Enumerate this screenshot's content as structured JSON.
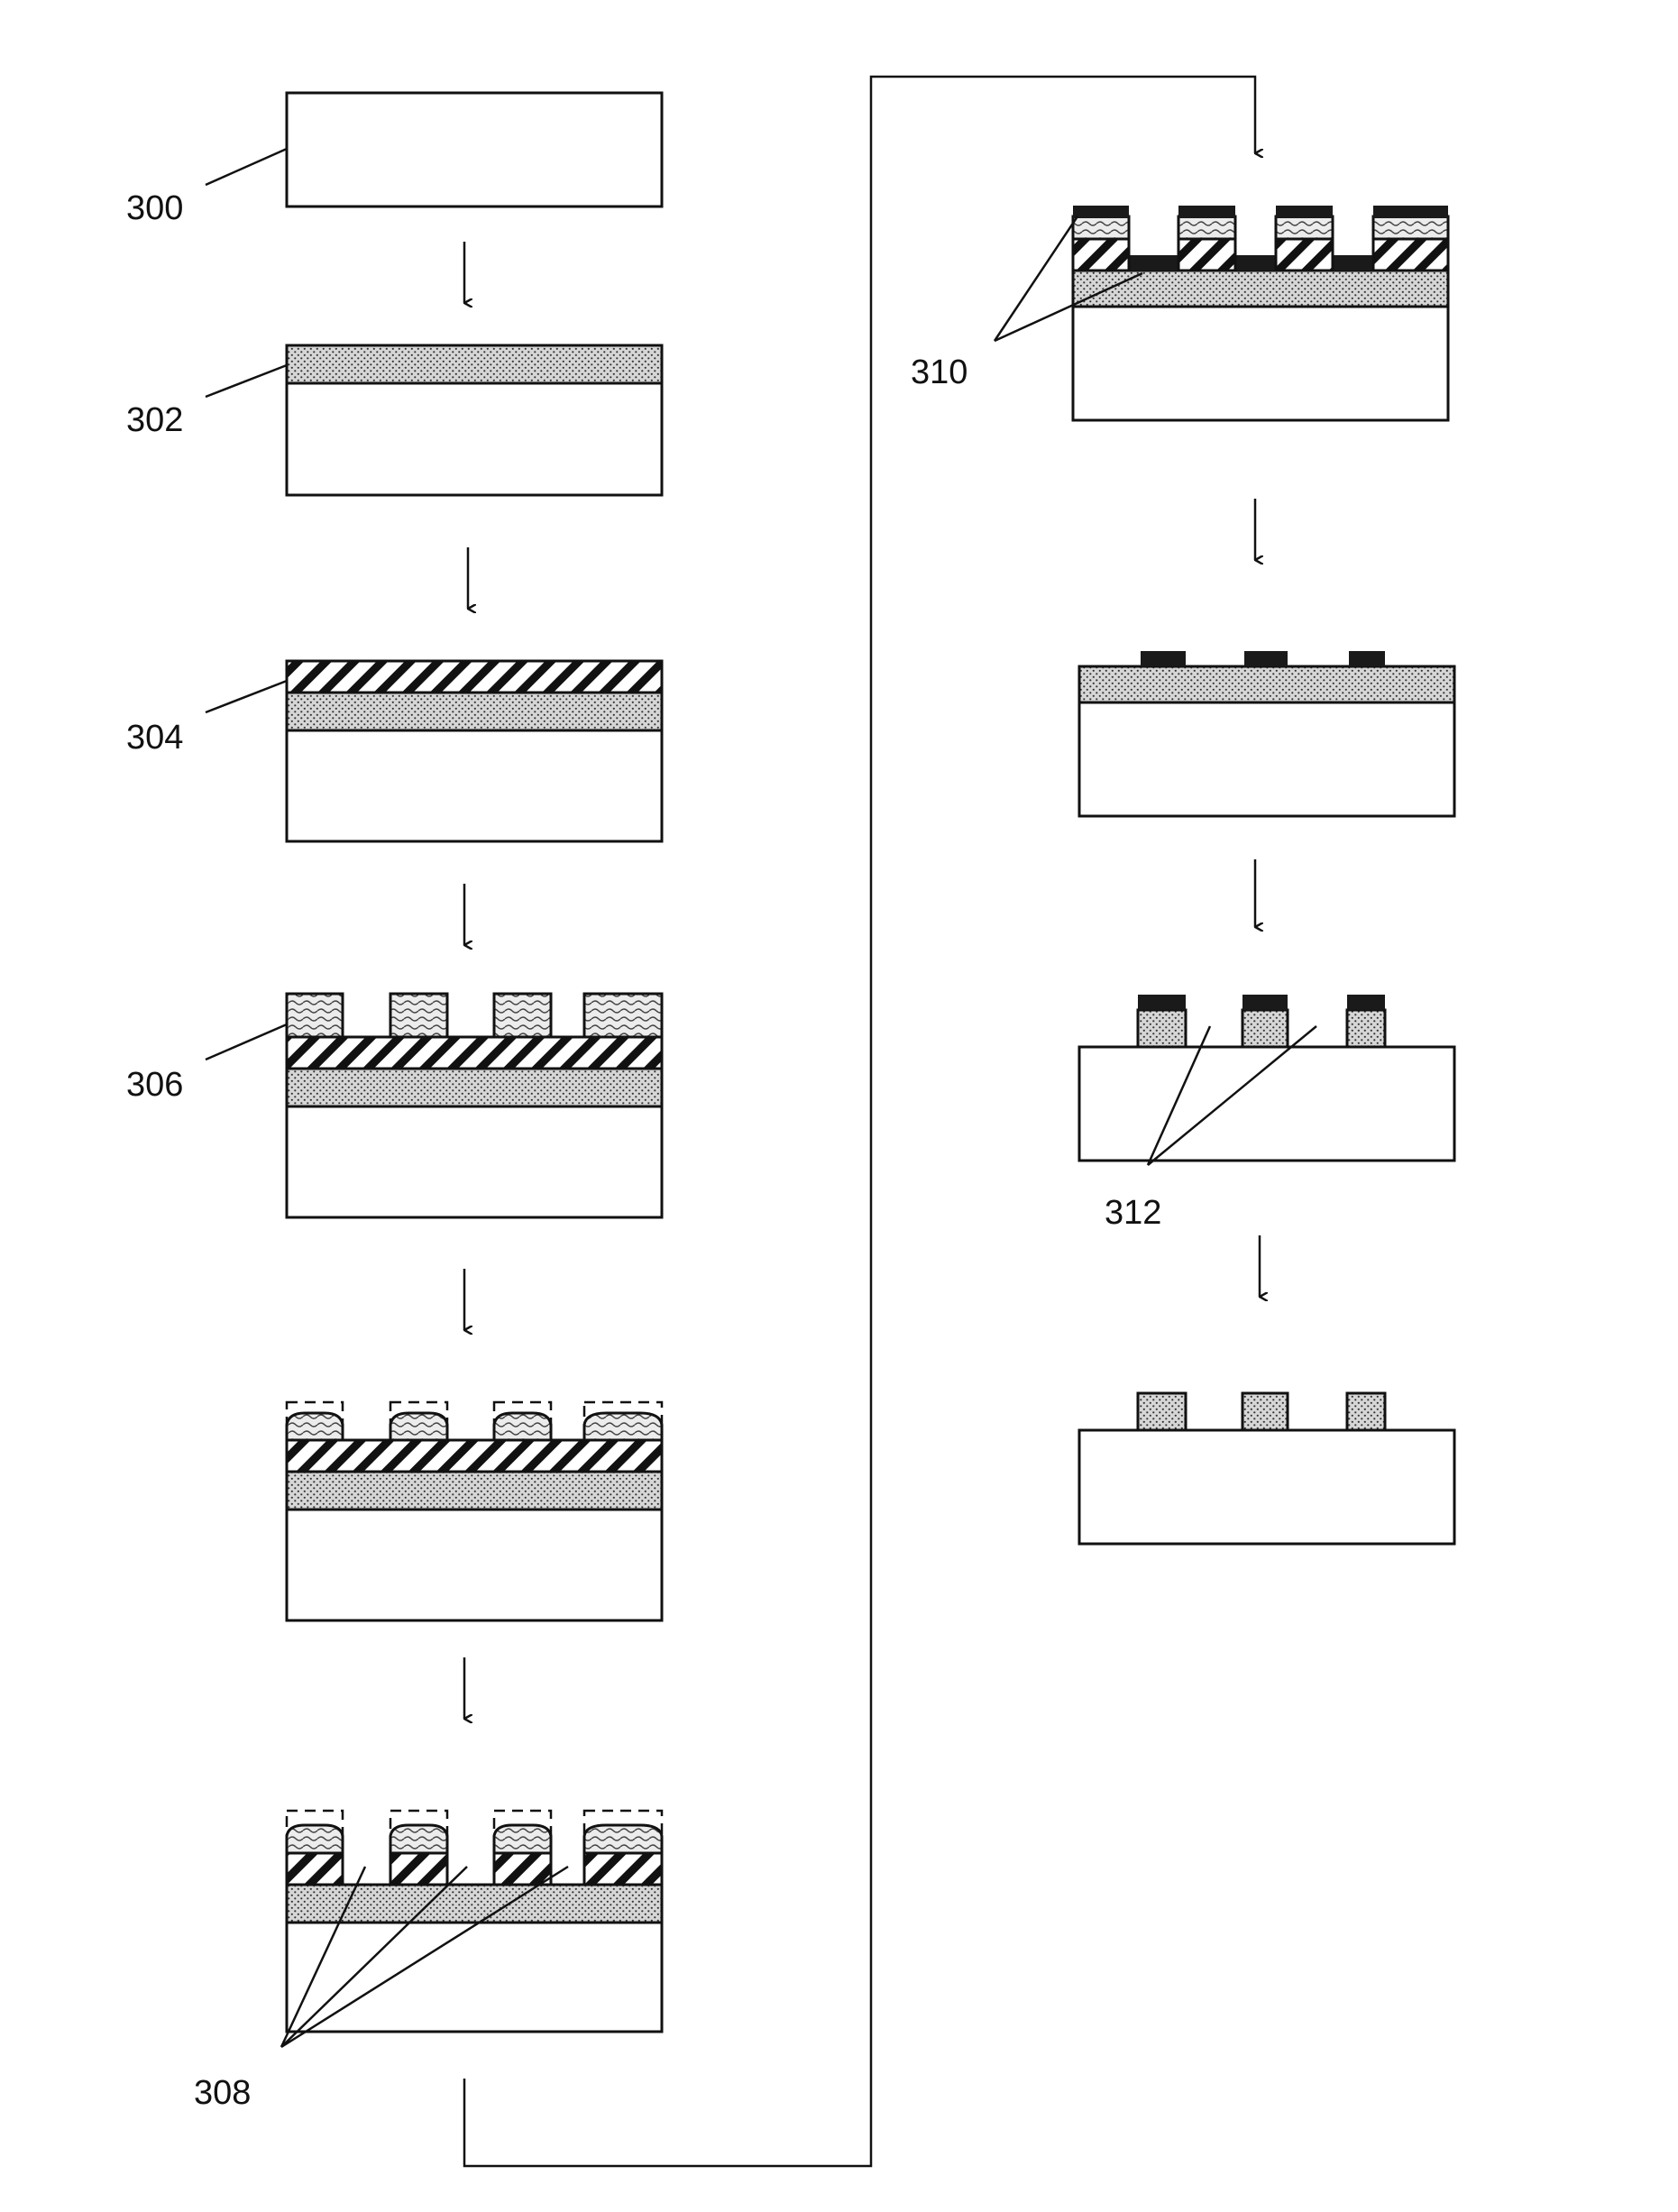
{
  "labels": {
    "l300": "300",
    "l302": "302",
    "l304": "304",
    "l306": "306",
    "l308": "308",
    "l310": "310",
    "l312": "312"
  },
  "colors": {
    "ink": "#111111",
    "background": "#ffffff",
    "dot_fill": "#d6d6d6",
    "wave_fill": "#ececec",
    "mask_fill": "#1a1a1a"
  },
  "patterns": {
    "oxide_layer": "dotted-fill",
    "hatched_layer": "diagonal-hatch",
    "resist_layer": "wavy-fill",
    "metal_layer": "solid-black"
  }
}
